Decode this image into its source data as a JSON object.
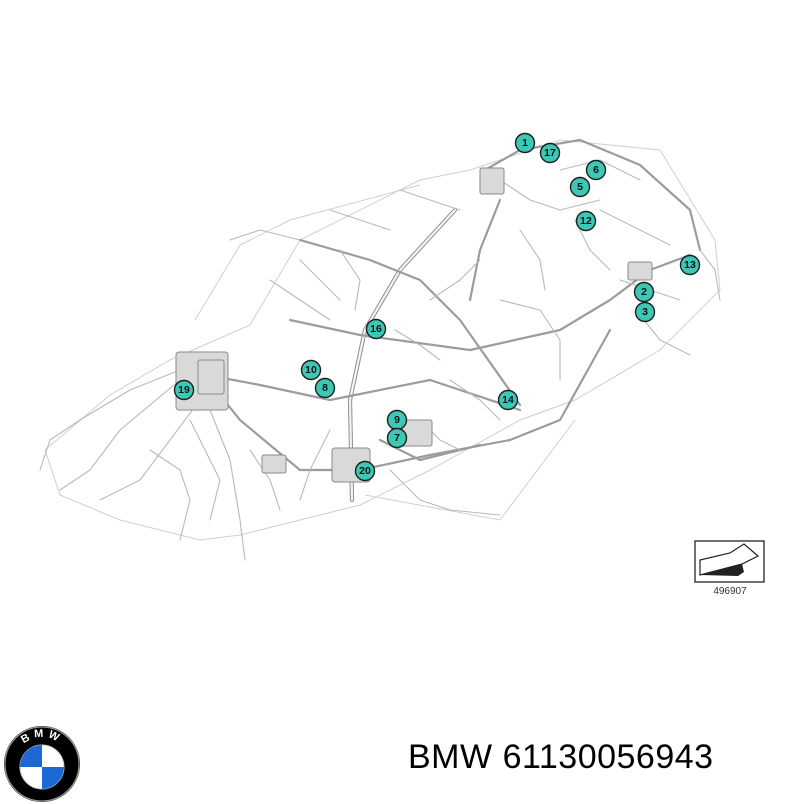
{
  "diagram": {
    "callouts": [
      "1",
      "17",
      "6",
      "5",
      "12",
      "13",
      "2",
      "3",
      "16",
      "10",
      "8",
      "19",
      "14",
      "9",
      "7",
      "20"
    ],
    "reference_number": "496907"
  },
  "logo": {
    "name": "bmw-roundel-logo",
    "letters": "BMW",
    "colors": {
      "blue": "#1c69d4",
      "black": "#000000",
      "white": "#ffffff"
    }
  },
  "caption": {
    "brand": "BMW",
    "part_number": "61130056943"
  },
  "colors": {
    "callout_fill": "#3cc8b4",
    "wire": "#b9b9b9"
  }
}
